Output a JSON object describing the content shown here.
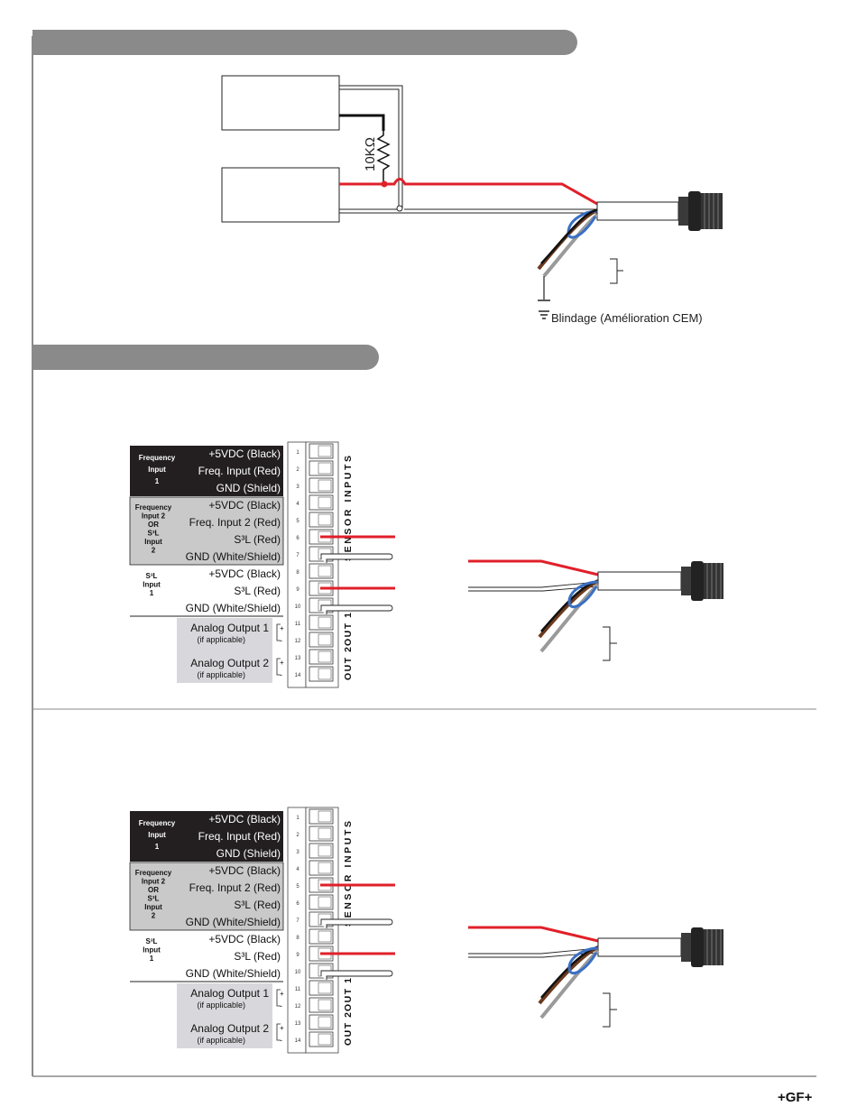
{
  "top_diagram": {
    "resistor_label": "10KΩ",
    "shield_label": "Blindage (Amélioration CEM)"
  },
  "terminal": {
    "rows": [
      {
        "num": "1",
        "text": "+5VDC (Black)"
      },
      {
        "num": "2",
        "text": "Freq. Input (Red)"
      },
      {
        "num": "3",
        "text": "GND (Shield)"
      },
      {
        "num": "4",
        "text": "+5VDC (Black)"
      },
      {
        "num": "5",
        "text": "Freq. Input 2 (Red)"
      },
      {
        "num": "6",
        "text": "S³L (Red)"
      },
      {
        "num": "7",
        "text": "GND (White/Shield)"
      },
      {
        "num": "8",
        "text": "+5VDC (Black)"
      },
      {
        "num": "9",
        "text": "S³L (Red)"
      },
      {
        "num": "10",
        "text": "GND (White/Shield)"
      },
      {
        "num": "11",
        "text": ""
      },
      {
        "num": "12",
        "text": ""
      },
      {
        "num": "13",
        "text": ""
      },
      {
        "num": "14",
        "text": ""
      }
    ],
    "group_freq1": [
      "Frequency",
      "Input",
      "1"
    ],
    "group_freq2": [
      "Frequency",
      "Input 2",
      "OR",
      "S³L",
      "Input",
      "2"
    ],
    "group_s3l1": [
      "S³L",
      "Input",
      "1"
    ],
    "analog1": {
      "label": "Analog Output 1",
      "note": "(if applicable)"
    },
    "analog2": {
      "label": "Analog Output 2",
      "note": "(if applicable)"
    },
    "plus": "+",
    "minus": "-",
    "side_sensor": "SENSOR INPUTS",
    "side_out1": "OUT 1",
    "side_out2": "OUT 2"
  },
  "logo": "+GF+",
  "colors": {
    "header_bar": "#8a8a8a",
    "red_wire": "#e0202a",
    "blue_wire": "#3a6fc4",
    "brown_wire": "#6b3a1e",
    "gray_wire": "#9a9a9a",
    "dark_block": "#231f20",
    "gray_block": "#c9c9c9",
    "light_block": "#d8d8dc"
  }
}
